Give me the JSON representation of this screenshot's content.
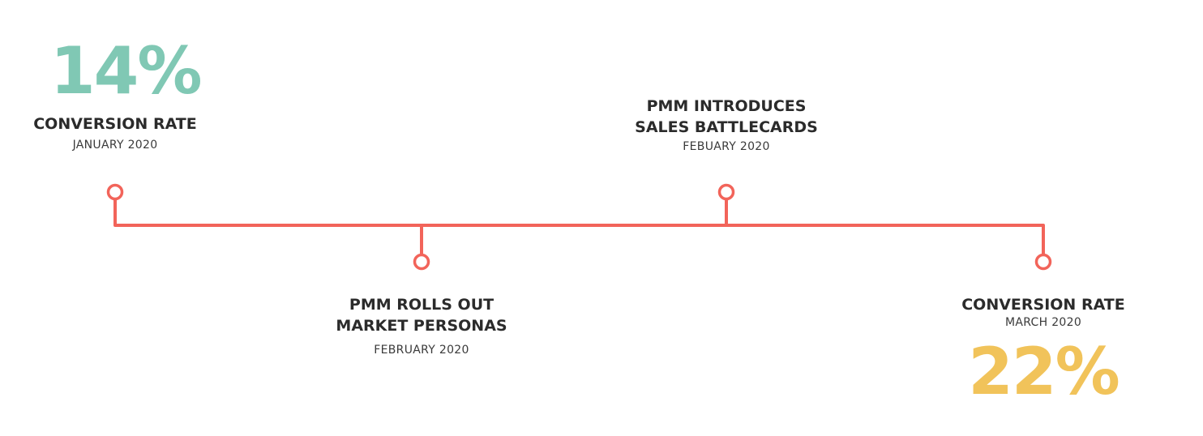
{
  "colors": {
    "line": "#f2645a",
    "stat_start": "#80c8b4",
    "stat_end": "#f1c35a",
    "text": "#2b2b2b"
  },
  "milestones": [
    {
      "stat": "14%",
      "title_lines": [
        "CONVERSION RATE"
      ],
      "date": "JANUARY 2020"
    },
    {
      "title_lines": [
        "PMM ROLLS OUT",
        "MARKET PERSONAS"
      ],
      "date": "FEBRUARY 2020"
    },
    {
      "title_lines": [
        "PMM INTRODUCES",
        "SALES BATTLECARDS"
      ],
      "date": "FEBUARY 2020"
    },
    {
      "stat": "22%",
      "title_lines": [
        "CONVERSION RATE"
      ],
      "date": "MARCH 2020"
    }
  ]
}
